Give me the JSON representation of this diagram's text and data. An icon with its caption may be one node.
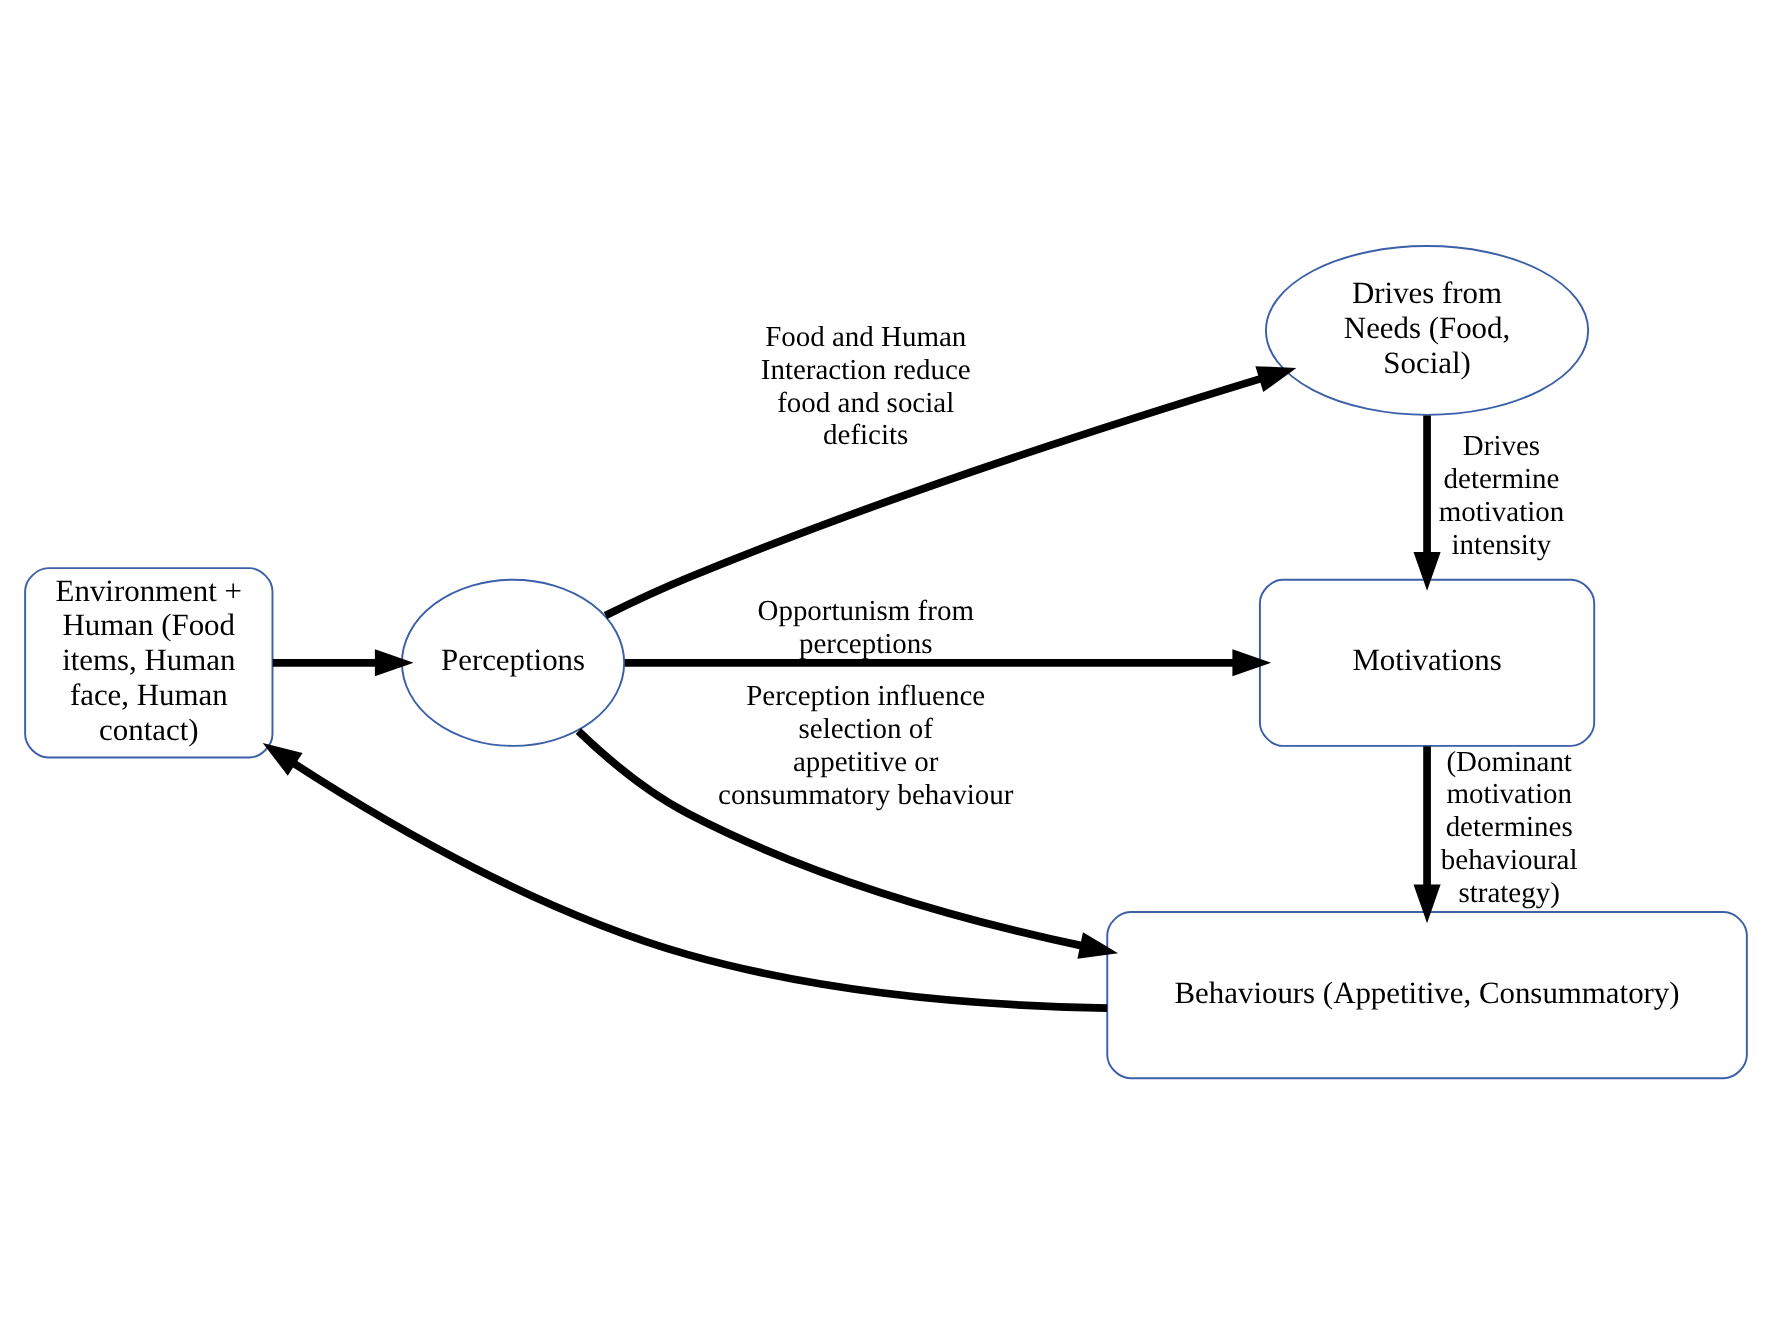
{
  "diagram": {
    "nodes": [
      {
        "text": [
          "Environment + Human (Food items, Human face, Human contact)"
        ]
      },
      {
        "text": [
          "Perceptions"
        ]
      },
      {
        "text": [
          "Drives from Needs (Food, Social)"
        ]
      },
      {
        "text": [
          "Motivations"
        ]
      },
      {
        "text": [
          "Behaviours (Appetitive, Consummatory)"
        ]
      }
    ],
    "edges": [
      {
        "from": 0,
        "to": 1,
        "arrow": "to"
      },
      {
        "from": 1,
        "to": 2,
        "arrow": "to",
        "label": "Food and Human Interaction reduce food and social deficits"
      },
      {
        "from": 2,
        "to": 3,
        "arrow": "to",
        "label": "Drives determine motivation intensity"
      },
      {
        "from": 1,
        "to": 3,
        "arrow": "to",
        "label": "Opportunism from perceptions"
      },
      {
        "from": 1,
        "to": 4,
        "arrow": "to",
        "label": "Perception influence selection of appetitive or consummatory behaviour"
      },
      {
        "from": 3,
        "to": 4,
        "arrow": "to",
        "label": "(Dominant motivation determines behavioural strategy)"
      },
      {
        "from": 4,
        "to": 0,
        "arrow": "to"
      }
    ]
  }
}
